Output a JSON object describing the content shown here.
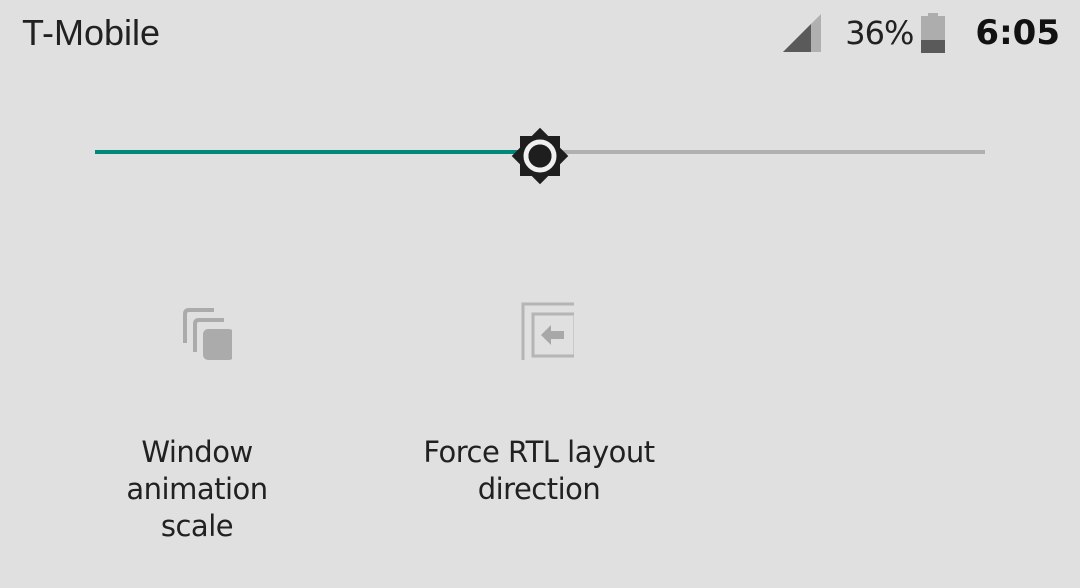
{
  "status_bar": {
    "carrier": "T-Mobile",
    "signal_icon": "cell-signal-icon",
    "battery_percent": "36%",
    "battery_icon": "battery-icon",
    "battery_level": 36,
    "time": "6:05"
  },
  "brightness": {
    "icon": "brightness-icon",
    "value_percent": 50,
    "fill_color": "#00897b",
    "track_color": "#b0b0b0"
  },
  "tiles": [
    {
      "icon": "window-animation-icon",
      "label_line1": "Window animation",
      "label_line2": "scale"
    },
    {
      "icon": "force-rtl-icon",
      "label_line1": "Force RTL layout",
      "label_line2": "direction"
    }
  ]
}
